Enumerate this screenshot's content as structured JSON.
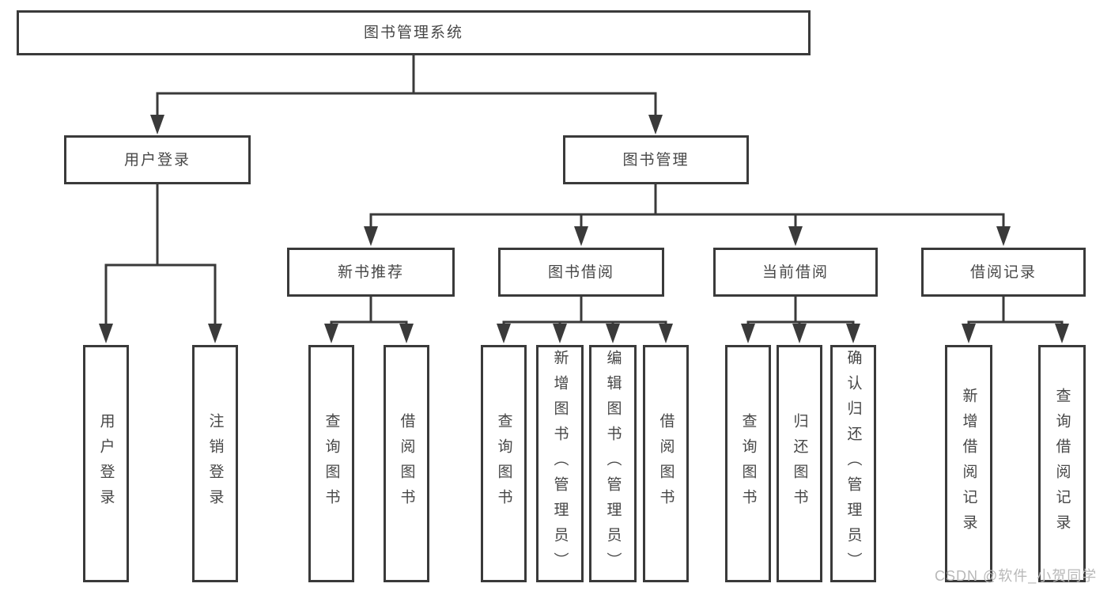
{
  "diagram": {
    "root": {
      "label": "图书管理系统"
    },
    "branches": [
      {
        "label": "用户登录",
        "leaves": [
          {
            "label": "用户登录"
          },
          {
            "label": "注销登录"
          }
        ]
      },
      {
        "label": "图书管理",
        "groups": [
          {
            "label": "新书推荐",
            "leaves": [
              {
                "label": "查询图书"
              },
              {
                "label": "借阅图书"
              }
            ]
          },
          {
            "label": "图书借阅",
            "leaves": [
              {
                "label": "查询图书"
              },
              {
                "label": "新增图书（管理员）"
              },
              {
                "label": "编辑图书（管理员）"
              },
              {
                "label": "借阅图书"
              }
            ]
          },
          {
            "label": "当前借阅",
            "leaves": [
              {
                "label": "查询图书"
              },
              {
                "label": "归还图书"
              },
              {
                "label": "确认归还（管理员）"
              }
            ]
          },
          {
            "label": "借阅记录",
            "leaves": [
              {
                "label": "新增借阅记录"
              },
              {
                "label": "查询借阅记录"
              }
            ]
          }
        ]
      }
    ]
  },
  "watermark": {
    "text": "CSDN @软件_小贺同学",
    "color": "#b8b8b8"
  },
  "colors": {
    "line": "#3a3a3a",
    "text": "#474747",
    "background": "#ffffff"
  }
}
